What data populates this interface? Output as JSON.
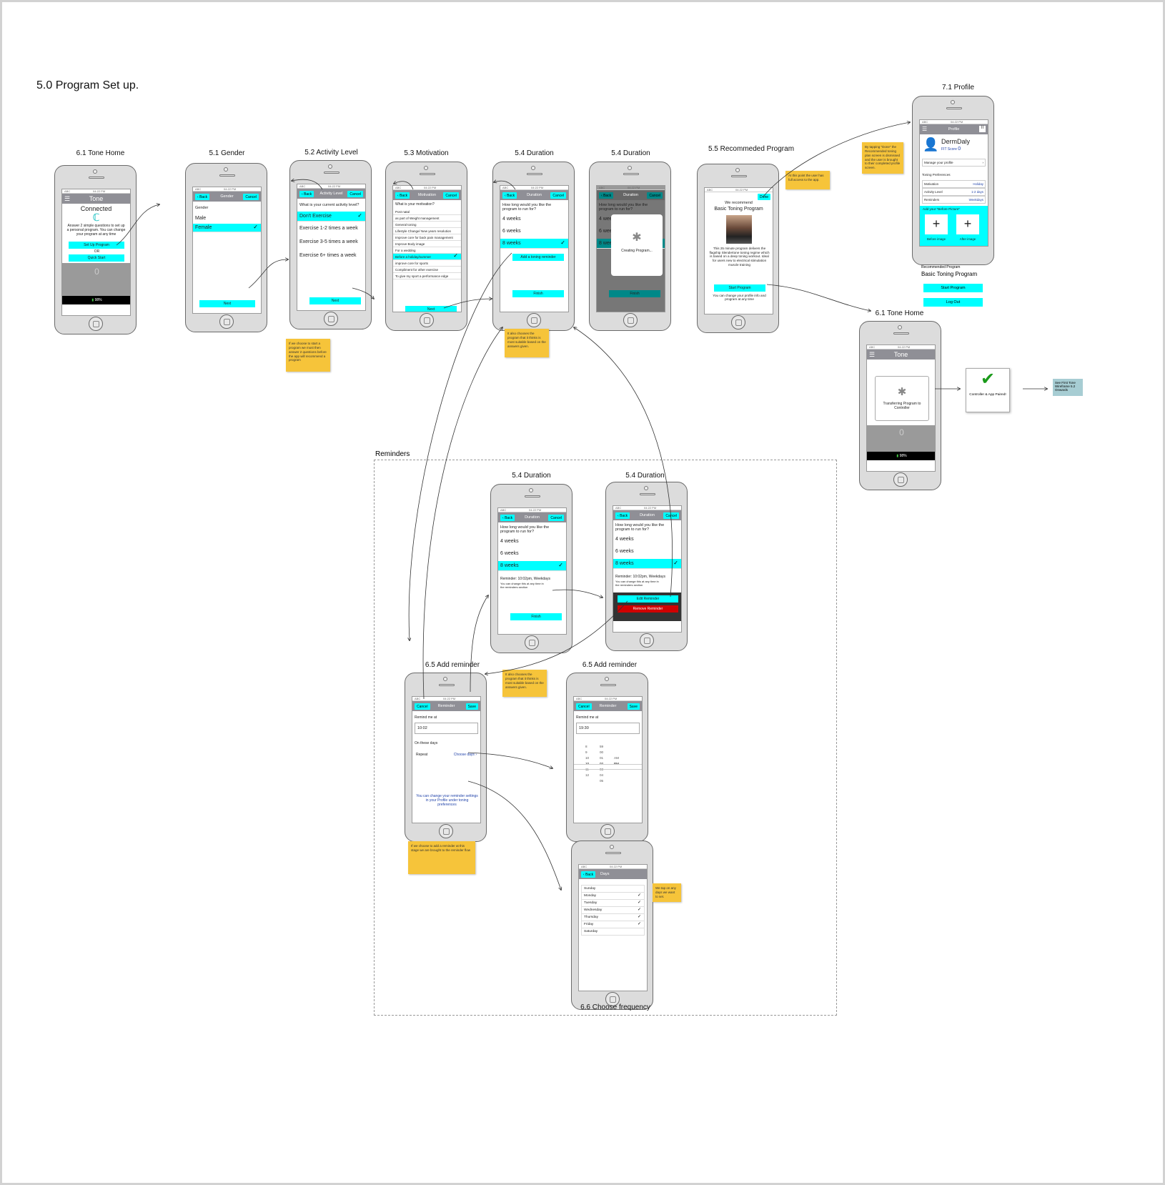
{
  "title": "5.0 Program Set up.",
  "group_label": "Reminders",
  "labels": {
    "tone_home": "6.1 Tone Home",
    "gender": "5.1 Gender",
    "activity": "5.2 Activity Level",
    "motivation": "5.3 Motivation",
    "duration": "5.4 Duration",
    "recommended": "5.5 Recommeded Program",
    "profile": "7.1 Profile",
    "tone_home2": "6.1  Tone Home",
    "add_reminder": "6.5 Add reminder",
    "choose_freq": "6.6 Choose frequency"
  },
  "status": {
    "carrier": "ABC",
    "time": "04:22 PM"
  },
  "nav": {
    "back": "Back",
    "cancel": "Cancel",
    "save": "Save",
    "done": "Done",
    "next": "Next",
    "finish": "Finish"
  },
  "tone_home": {
    "app": "Tone",
    "connected": "Connected",
    "desc": "Answer 2 simple questions to set up a personal program. You can change your program at any time",
    "setup": "Set Up Program",
    "or": "OR",
    "quick": "Quick Start",
    "count": "0",
    "battery": "98%"
  },
  "gender": {
    "nav": "Gender",
    "heading": "Gender",
    "options": [
      "Male",
      "Female"
    ]
  },
  "activity": {
    "nav": "Activity Level",
    "question": "What is your current activity level?",
    "options": [
      "Don't Exercise",
      "Exercise 1-2 times a week",
      "Exercise 3-5 times a week",
      "Exercise 6+ times a week"
    ]
  },
  "motivation": {
    "nav": "Motivation",
    "question": "What is your motivation?",
    "options": [
      "Post natal",
      "as part of Weight management",
      "General toning",
      "Lifestyle Change/ New years resolution",
      "Improve core for back pain management",
      "Improve Body image",
      "For a wedding",
      "Before a holiday/summer",
      "improve core for sports",
      "Compliment for other exercise",
      "To give my sport a performance edge"
    ]
  },
  "duration": {
    "nav": "Duration",
    "question": "How long would you like the program to run for?",
    "options": [
      "4 weeks",
      "6 weeks",
      "8 weeks"
    ],
    "add_reminder": "Add a toning reminder",
    "creating": "Creating Program...",
    "reminder_line": "Reminder: 10:02pm, Weekdays",
    "reminder_note": "You can change this at any time in the reminders section",
    "edit": "Edit Reminder",
    "remove": "Remove Reminder"
  },
  "recommended": {
    "we_recommend": "We recommend",
    "program": "Basic Toning Program",
    "desc": "This 25 minute program delivers the flagship Slendertone toning regime which is based on a deep toning workout. Ideal for users new to electrical stimulation muscle training",
    "start": "Start Program",
    "change": "You can change your profile info and program at any time"
  },
  "profile": {
    "nav": "Profile",
    "name": "DermDaly",
    "fit": "FIT Score",
    "fit_val": "0",
    "manage": "Manage your profile",
    "prefs": "Toning Preferences",
    "rows": [
      [
        "Motivation",
        "Holiday"
      ],
      [
        "Activity Level",
        "1-2 days"
      ],
      [
        "Reminders",
        "Weekdays"
      ]
    ],
    "add_before": "Add your \"Before Picture\"",
    "before": "Before image",
    "after": "After image",
    "rec_label": "Recommended Program",
    "rec_program": "Basic Toning Program",
    "start": "Start Program",
    "logout": "Log Out"
  },
  "tone_home2": {
    "app": "Tone",
    "transferring": "Transferring Program to Controller",
    "count": "0",
    "battery": "98%",
    "paired": "Controller & App Paired!",
    "see_next": "See First Tone Wireframe 5.2 Onwards"
  },
  "add_reminder": {
    "nav": "Reminder",
    "remind_at": "Remind me at",
    "time1": "10:02",
    "time2": "19:30",
    "on_days": "On these days",
    "repeat": "Repeat",
    "choose": "Choose days",
    "footer": "You can change your reminder settings in your Profile under toning preferences",
    "picker": [
      [
        "8",
        "59",
        ""
      ],
      [
        "9",
        "00",
        ""
      ],
      [
        "10",
        "01",
        "AM"
      ],
      [
        "10",
        "02",
        "PM"
      ],
      [
        "11",
        "03",
        ""
      ],
      [
        "12",
        "04",
        ""
      ],
      [
        "",
        "05",
        ""
      ]
    ]
  },
  "choose_freq": {
    "nav": "Days",
    "days": [
      "Sunday",
      "Monday",
      "Tuesday",
      "Wednesday",
      "Thursday",
      "Friday",
      "Saturday"
    ],
    "checked": [
      false,
      true,
      true,
      true,
      true,
      true,
      false
    ]
  },
  "notes": {
    "n1": "If we choose to start a program we must then answer 2 questions before the app will recommend a program",
    "n2": "It also chooses the program that it thinks is most suitable based on the answers given.",
    "n3": "At this point the user has full access to the app.",
    "n4": "By tapping \"Done\" the Recommended toning plan screen is dismissed and the user is brought to their completed profile screen.",
    "n5": "It also chooses the program that it thinks is most suitable based on the answers given.",
    "n6": "If we choose to add a reminder at this stage we are brought to the reminder flow",
    "n7": "We tap on any days we want to set."
  },
  "colors": {
    "accent": "#00ffff",
    "note": "#f6c43a",
    "navbar": "#8f8f96",
    "remove": "#d00000",
    "check": "#1a9a1a"
  }
}
